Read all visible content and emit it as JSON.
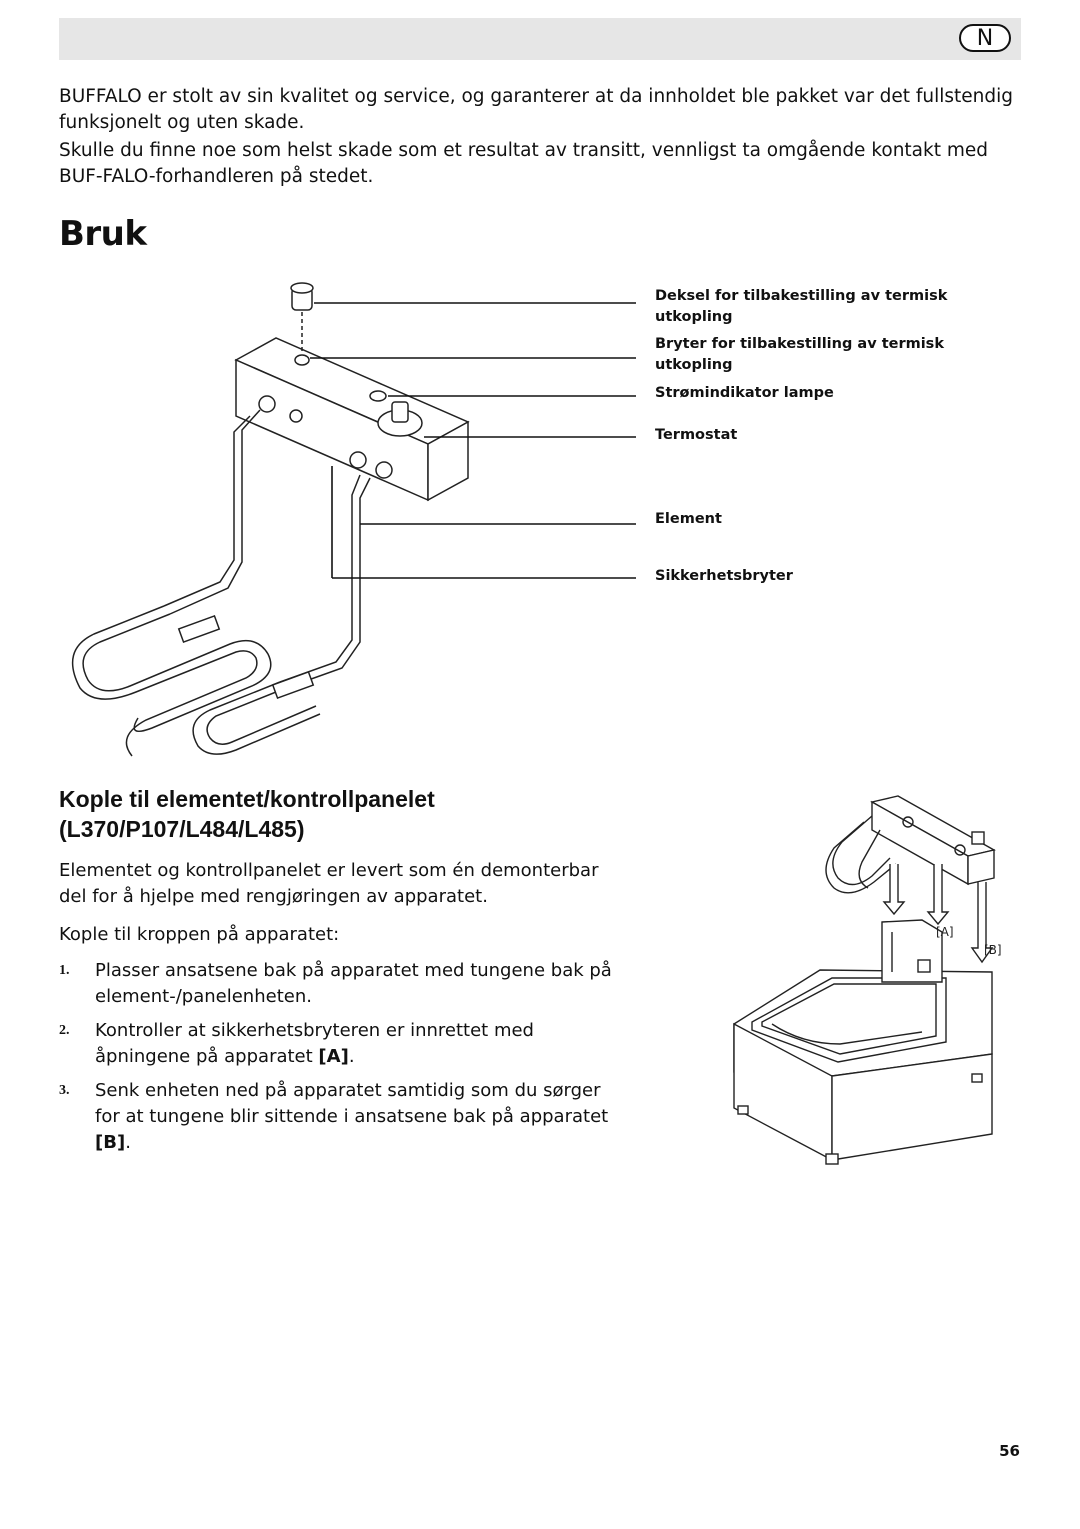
{
  "header": {
    "lang_badge": "N"
  },
  "intro": {
    "p1": "BUFFALO er stolt av sin kvalitet og service, og garanterer at da innholdet ble pakket var det fullstendig funksjonelt og uten skade.",
    "p2": "Skulle du finne noe som helst skade som et resultat av transitt, vennligst ta omgående kontakt med BUF-FALO-forhandleren på stedet."
  },
  "section_title": "Bruk",
  "diagram": {
    "callouts": [
      "Deksel for tilbakestilling av termisk utkopling",
      "Bryter for tilbakestilling av termisk utkopling",
      "Strømindikator lampe",
      "Termostat",
      "Element",
      "Sikkerhetsbryter"
    ]
  },
  "section2": {
    "title": "Kople til elementet/kontrollpanelet (L370/P107/L484/L485)",
    "p1": "Elementet og kontrollpanelet er levert som én demonterbar del for å hjelpe med rengjøringen av apparatet.",
    "p2": "Kople til kroppen på apparatet:",
    "steps": [
      {
        "num": "1.",
        "text": "Plasser ansatsene bak på apparatet med tungene bak på element-/panelenheten."
      },
      {
        "num": "2.",
        "text_before": "Kontroller at sikkerhetsbryteren er innrettet med åpningene på apparatet ",
        "ref": "[A]",
        "text_after": "."
      },
      {
        "num": "3.",
        "text_before": "Senk enheten ned på apparatet samtidig som du sørger for at tungene blir sittende i ansatsene bak på apparatet ",
        "ref": "[B]",
        "text_after": "."
      }
    ],
    "figure_labels": {
      "a": "[A]",
      "b": "[B]"
    }
  },
  "page_number": "56"
}
